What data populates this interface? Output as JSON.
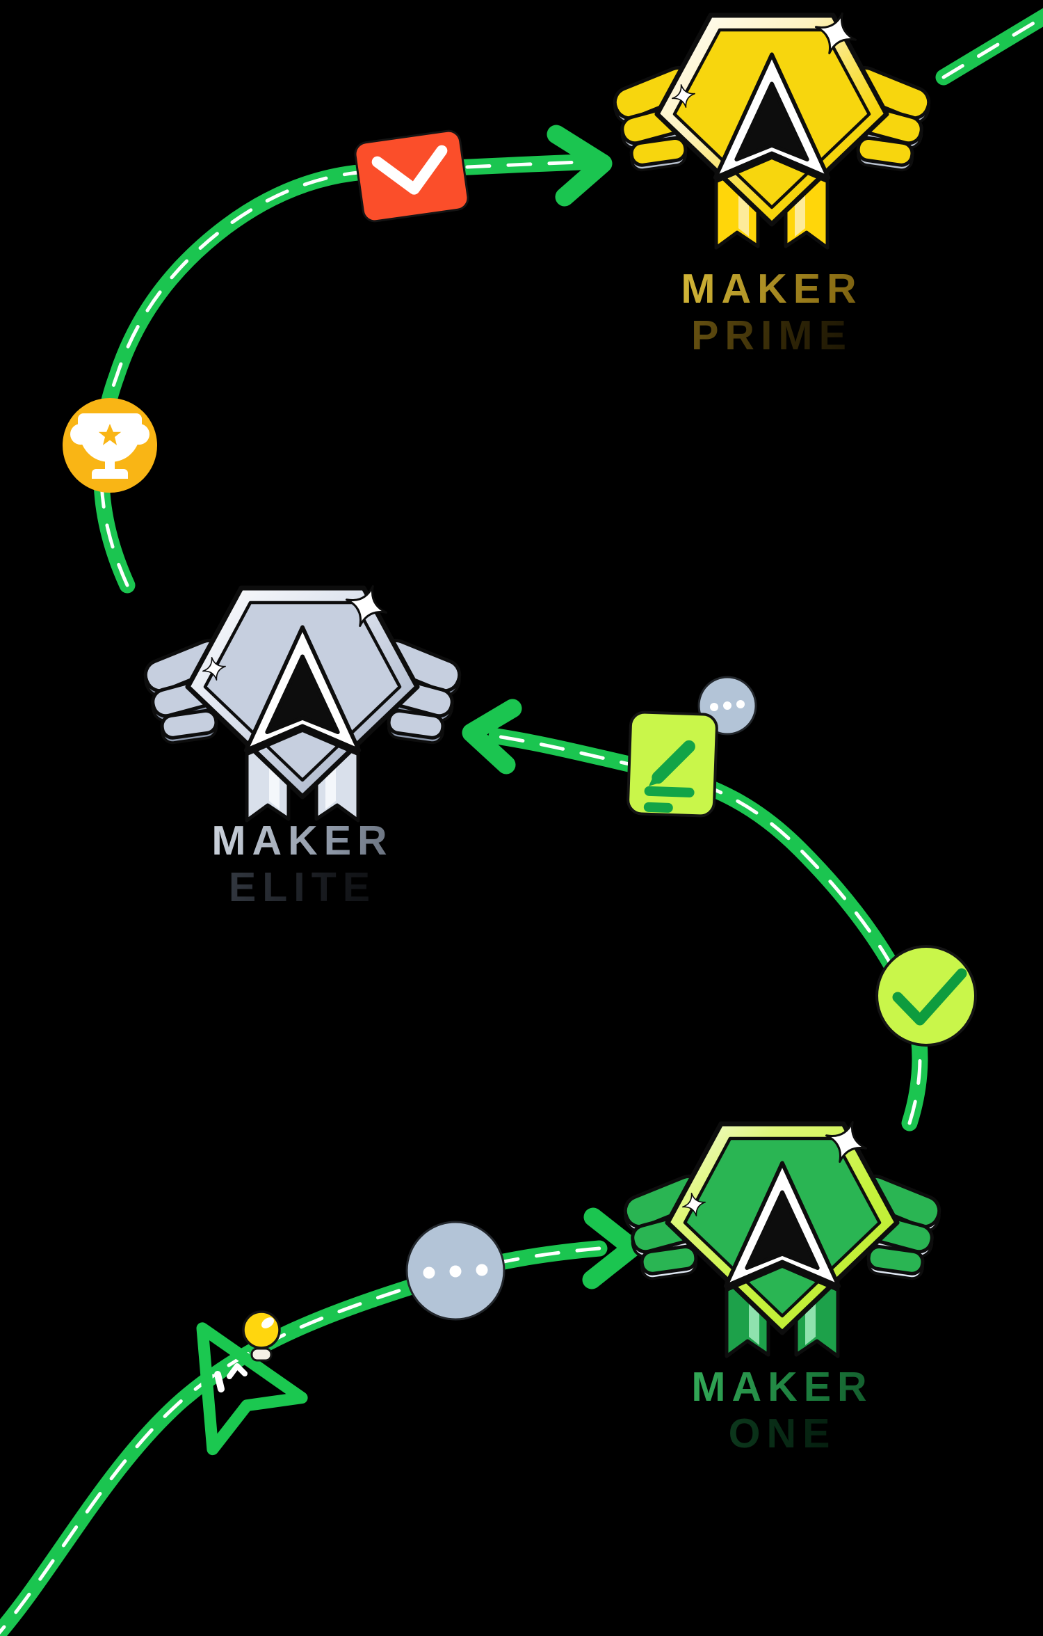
{
  "illustration": {
    "background": "#000000",
    "theme": "maker-tier-roadmap",
    "badges": [
      {
        "id": "maker-prime",
        "tier": "gold",
        "line1": "MAKER",
        "line2": "PRIME",
        "color": "#f7d60e",
        "ribbon_color": "#ffd60a"
      },
      {
        "id": "maker-elite",
        "tier": "silver",
        "line1": "MAKER",
        "line2": "ELITE",
        "color": "#c6cfdf",
        "ribbon_color": "#d9e0eb"
      },
      {
        "id": "maker-one",
        "tier": "green",
        "line1": "MAKER",
        "line2": "ONE",
        "color": "#2ab553",
        "ribbon_color": "#1da14a"
      }
    ],
    "path": {
      "road_color": "#1bc550",
      "centerline_color": "#ffffff",
      "style": "dashed road with arrowheads"
    },
    "milestone_icons": [
      {
        "name": "envelope-icon",
        "color": "#fb4e2a"
      },
      {
        "name": "trophy-icon",
        "color": "#f9b515"
      },
      {
        "name": "note-pencil-icon",
        "color": "#c9f64a"
      },
      {
        "name": "ellipsis-circle-small",
        "color": "#b3c4d7"
      },
      {
        "name": "check-circle-icon",
        "color": "#c9f64a"
      },
      {
        "name": "ellipsis-circle-large",
        "color": "#b3c4d7"
      },
      {
        "name": "cursor-arrow-lightbulb-icon",
        "colors": [
          "#1bc550",
          "#ffd60e"
        ]
      }
    ]
  }
}
